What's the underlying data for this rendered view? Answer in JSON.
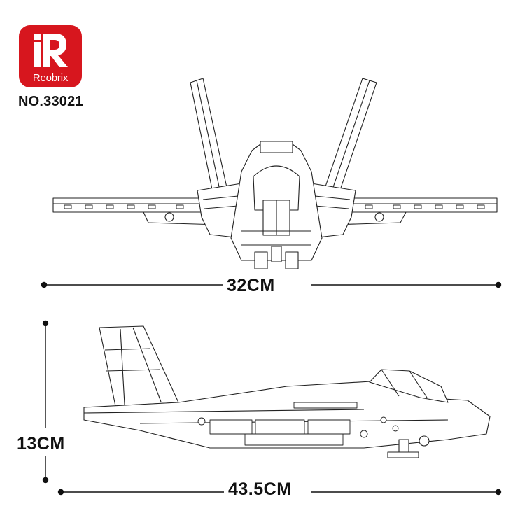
{
  "brand": {
    "logo_text": "Reobrix",
    "logo_color": "#d7161e",
    "model_number": "NO.33021"
  },
  "dimensions": {
    "width": "32CM",
    "height": "13CM",
    "length": "43.5CM"
  },
  "views": {
    "front_icon": "jet-front-view-icon",
    "side_icon": "jet-side-view-icon"
  }
}
